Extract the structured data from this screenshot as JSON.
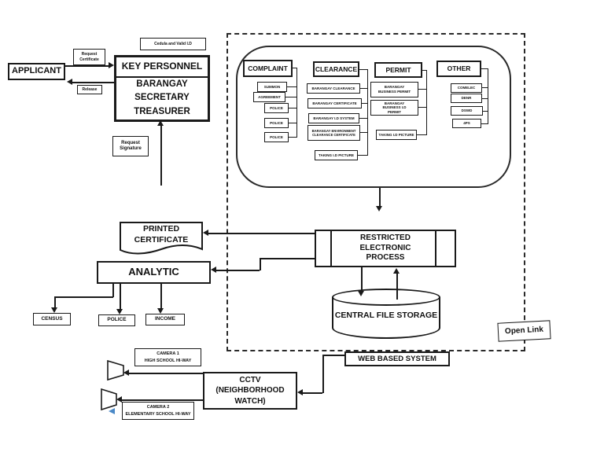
{
  "diagram": {
    "applicant": "APPLICANT",
    "request_certificate": "Request Certificate",
    "release": "Release",
    "id_note": "Cedula and Valid I.D",
    "key_personnel": "KEY PERSONNEL",
    "key_personnel_roles": "BARANGAY SECRETARY TREASURER",
    "request_signature": "Request Signature",
    "groups": {
      "complaint": {
        "title": "COMPLAINT",
        "items": [
          "SUMMON",
          "AGREEMENT",
          "POLICE",
          "POLICE",
          "POLICE"
        ]
      },
      "clearance": {
        "title": "CLEARANCE",
        "items": [
          "BARANGAY CLEARANCE",
          "BARANGAY CERTIFICATE",
          "BARANGAY I.D SYSTEM",
          "BARANGAY ENVIRONMENT CLEARANCE CERTIFICATE",
          "TAKING I.D PICTURE"
        ]
      },
      "permit": {
        "title": "PERMIT",
        "items": [
          "BARANGAY BUSINESS PERMIT",
          "BARANGAY BUSINESS I.D PERMIT",
          "TAKING I.D PICTURE"
        ]
      },
      "other": {
        "title": "OTHER",
        "items": [
          "COMELEC",
          "DENR",
          "DSWD",
          "4PS"
        ]
      }
    },
    "printed_certificate": "PRINTED CERTIFICATE",
    "analytic": "ANALYTIC",
    "analytic_outputs": [
      "CENSUS",
      "POLICE",
      "INCOME"
    ],
    "restricted_process": "RESTRICTED ELECTRONIC PROCESS",
    "central_storage": "CENTRAL FILE STORAGE",
    "web_based_system": "WEB BASED SYSTEM",
    "open_link": "Open Link",
    "cctv": "CCTV (NEIGHBORHOOD WATCH)",
    "camera1": {
      "line1": "CAMERA 1",
      "line2": "HIGH SCHOOL HI-WAY"
    },
    "camera2": {
      "line1": "CAMERA 2",
      "line2": "ELEMENTARY SCHOOL HI-WAY"
    },
    "colors": {
      "line": "#1a1a1a",
      "accent_blue": "#4a89c7"
    }
  }
}
